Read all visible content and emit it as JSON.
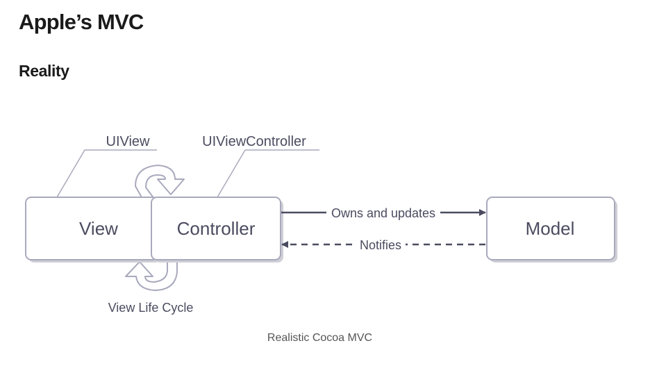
{
  "page": {
    "title": "Apple’s MVC",
    "section": "Reality",
    "caption": "Realistic Cocoa MVC"
  },
  "diagram": {
    "nodes": {
      "view": "View",
      "controller": "Controller",
      "model": "Model"
    },
    "annotations": {
      "view_class": "UIView",
      "controller_class": "UIViewController",
      "life_cycle": "View Life Cycle"
    },
    "edges": {
      "controller_to_model": "Owns and updates",
      "model_to_controller": "Notifies"
    },
    "colors": {
      "stroke": "#a9a9bd",
      "arrow": "#4b4b60",
      "text": "#4b4b60",
      "shadow": "#cfcfd6"
    }
  }
}
